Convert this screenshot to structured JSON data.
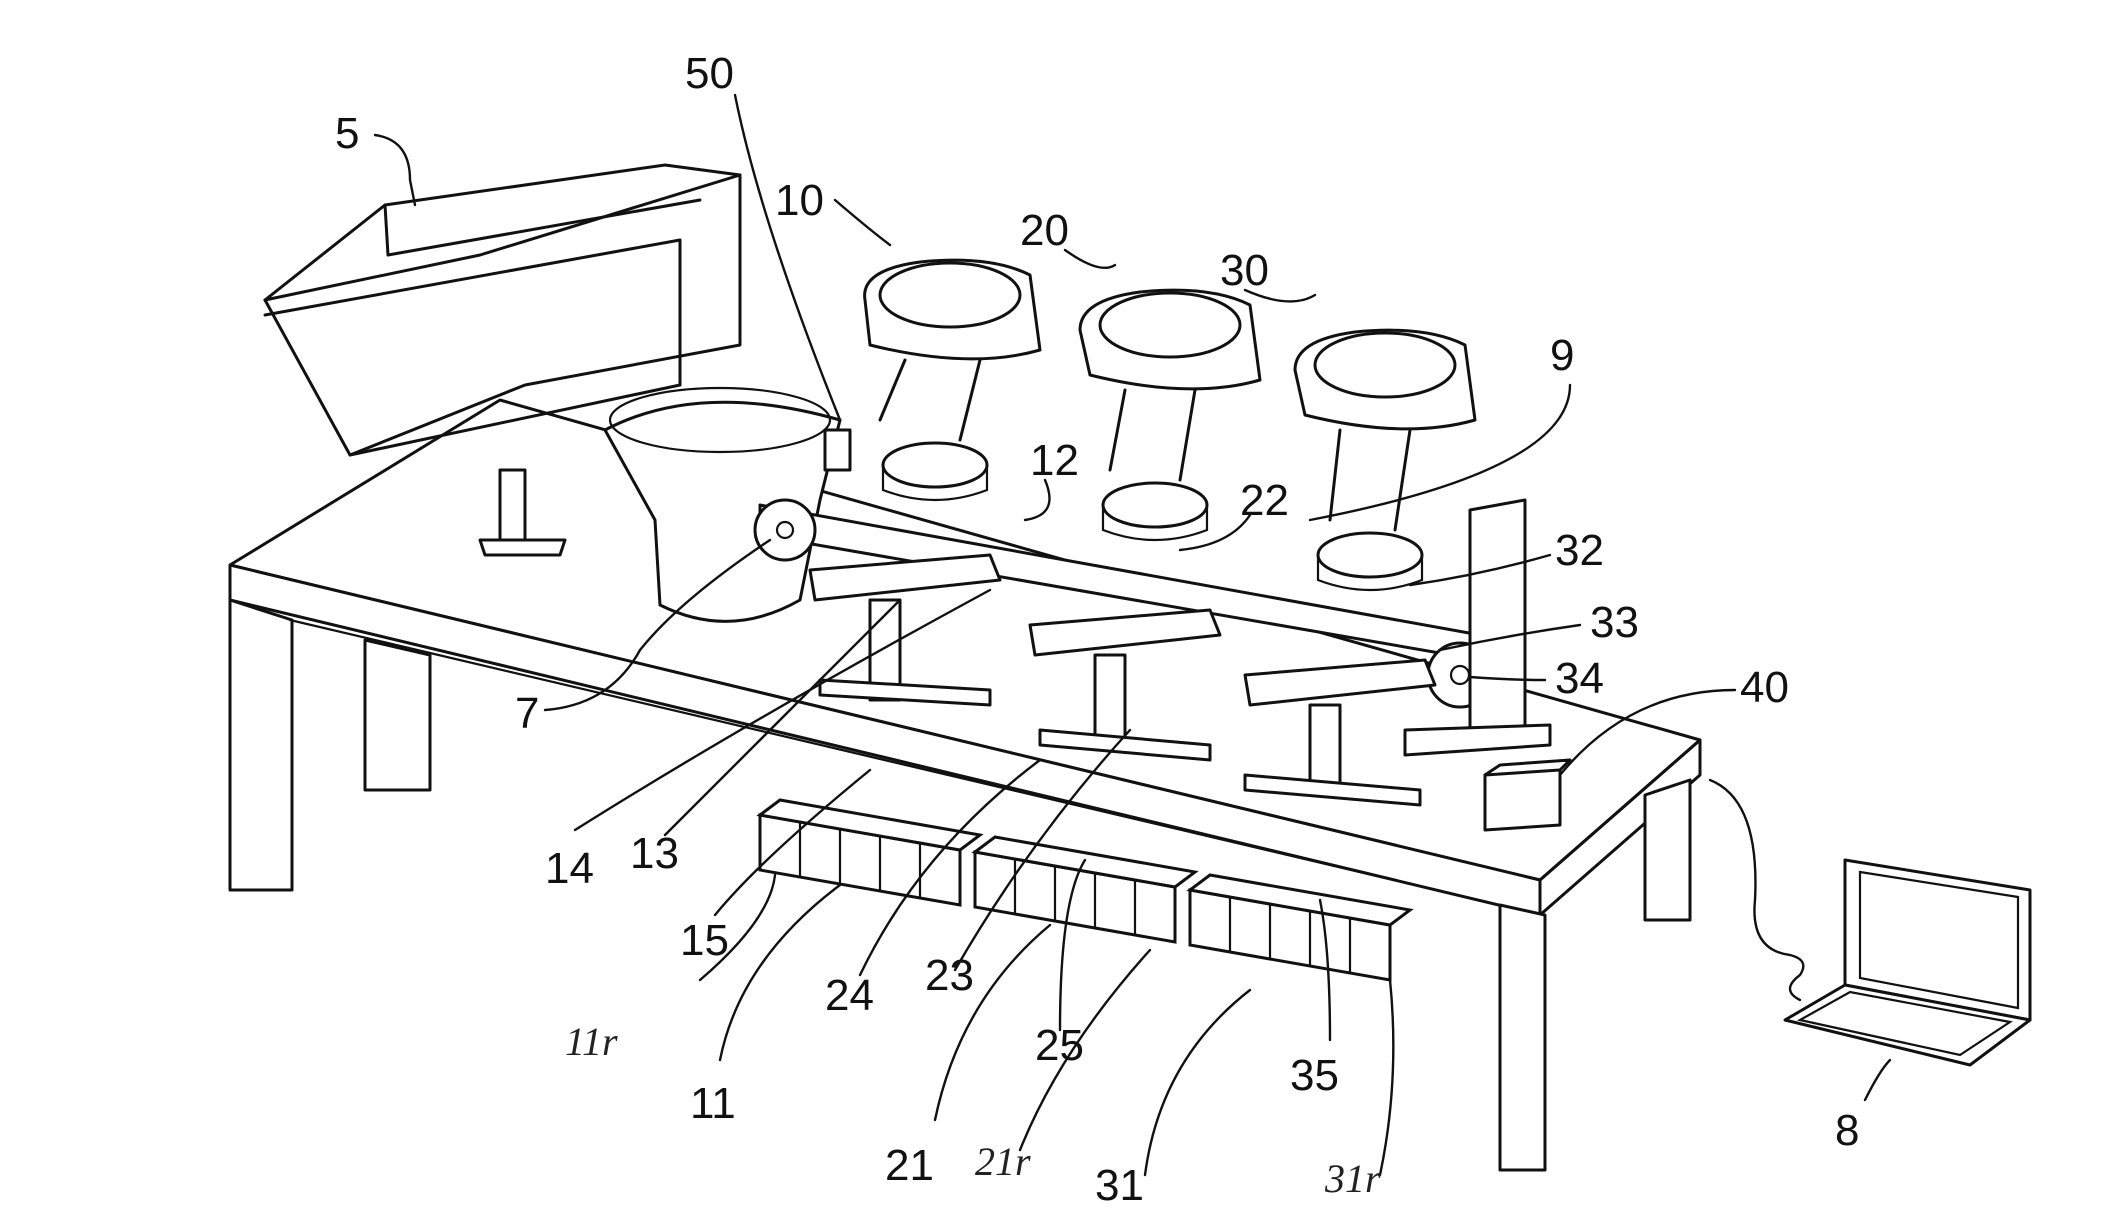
{
  "figure": {
    "type": "patent-drawing",
    "subject": "sorting machine with hopper, feed bowl, three sorting stations, collection bins and laptop",
    "labels": {
      "hopper": "5",
      "feeder": "50",
      "station_1": "10",
      "station_2": "20",
      "station_3": "30",
      "rail": "9",
      "part_12": "12",
      "part_22": "22",
      "part_32": "32",
      "part_33": "33",
      "part_34": "34",
      "controller": "40",
      "conveyor_roller": "7",
      "part_14": "14",
      "part_13": "13",
      "part_15": "15",
      "part_24": "24",
      "part_23": "23",
      "part_25": "25",
      "part_35": "35",
      "bin_group_1": "11",
      "bin_group_1r": "11r",
      "bin_group_2": "21",
      "bin_group_2r": "21r",
      "bin_group_3": "31",
      "bin_group_3r": "31r",
      "laptop": "8"
    }
  }
}
